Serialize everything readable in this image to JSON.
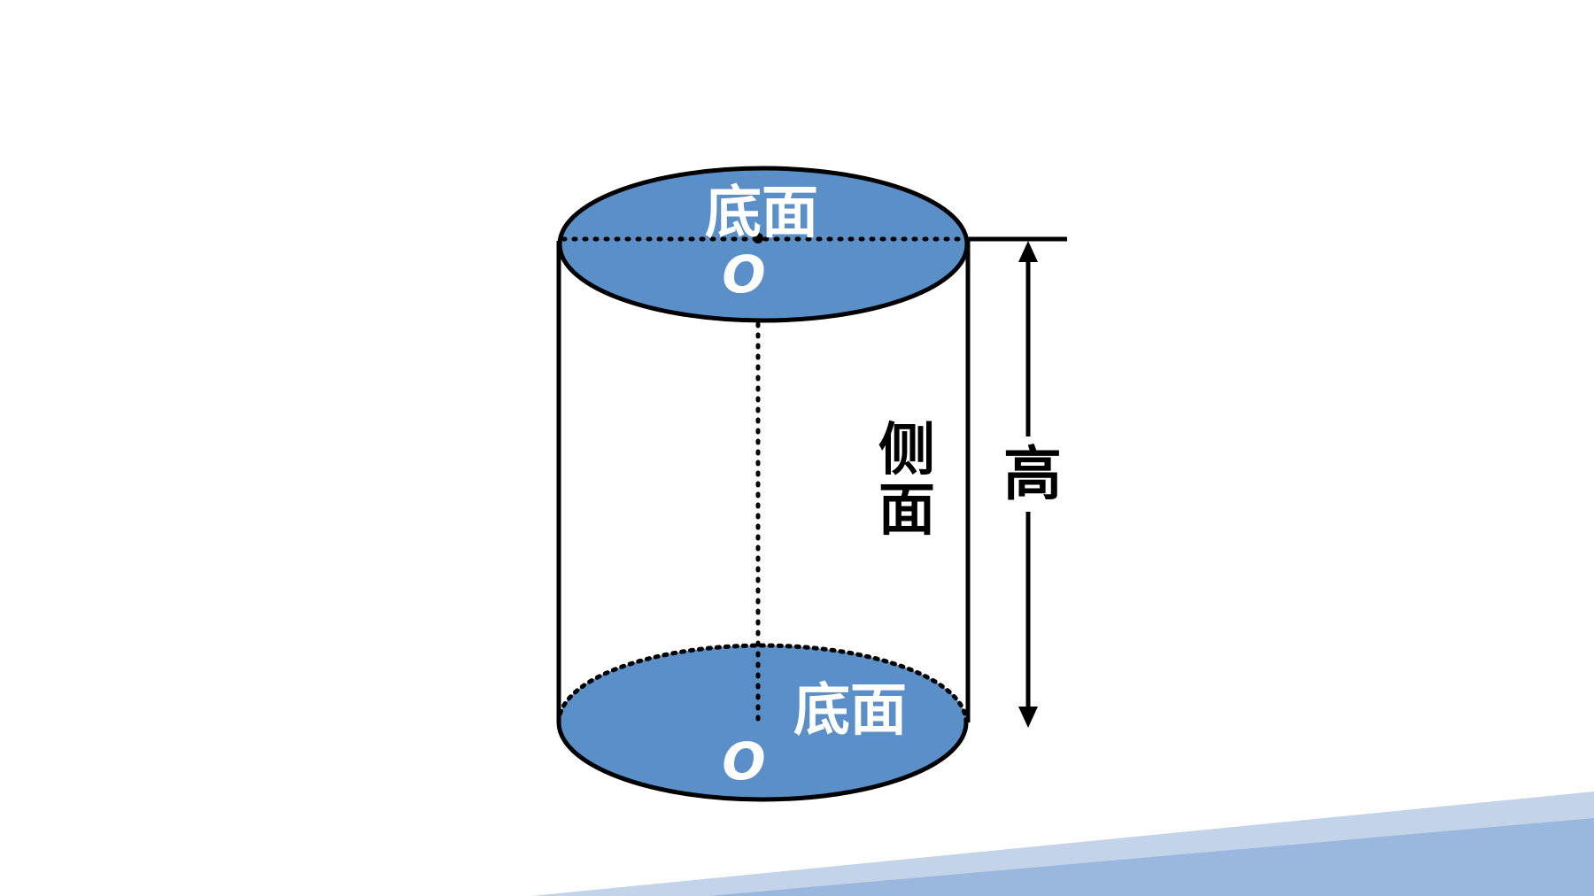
{
  "labels": {
    "top_base": "底面",
    "bottom_base": "底面",
    "top_center": "O",
    "bottom_center": "O",
    "lateral_surface_line1": "侧",
    "lateral_surface_line2": "面",
    "height": "高"
  },
  "colors": {
    "base_fill": "#5b8fc7",
    "outline": "#000000",
    "background": "#ffffff",
    "band_light": "#c3d4ea",
    "band_dark": "#9ab8dd"
  }
}
